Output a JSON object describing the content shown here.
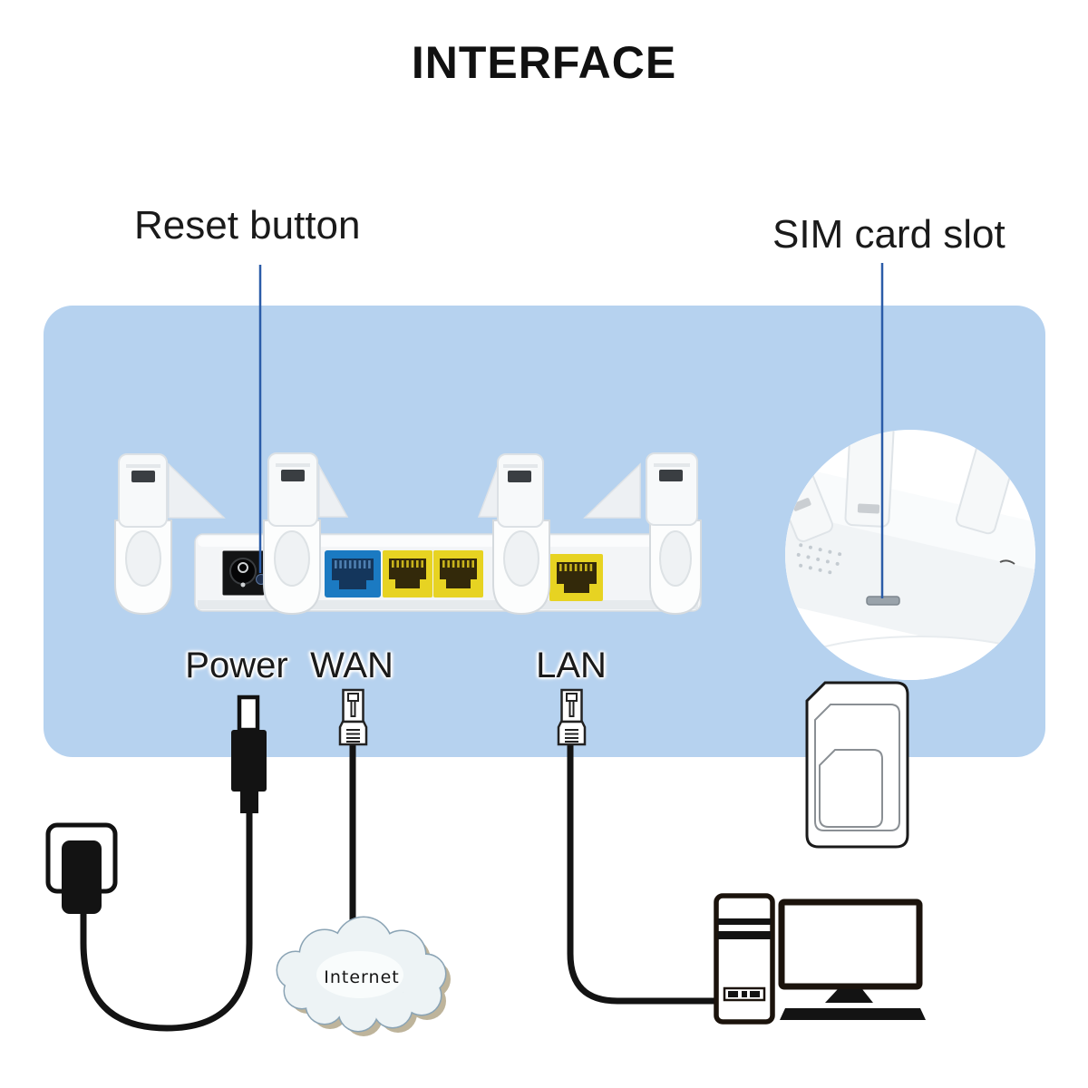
{
  "title": "INTERFACE",
  "callouts": {
    "reset": {
      "label": "Reset button"
    },
    "sim": {
      "label": "SIM card slot"
    }
  },
  "port_labels": {
    "power": "Power",
    "wan": "WAN",
    "lan": "LAN"
  },
  "cloud": {
    "label": "Internet"
  },
  "colors": {
    "panel_blue": "#b6d2ef",
    "callout_line": "#2b5ca8",
    "wan_port_blue": "#1b7ac2",
    "lan_port_yellow": "#e7d322",
    "cable_black": "#131313",
    "text_ink": "#1a1a1a",
    "cloud_fill": "#edf3f5",
    "cloud_stroke": "#8ba4b5",
    "cloud_shadow": "#b3a78a"
  },
  "icons": {
    "router": "router-back-panel-illustration",
    "sim_inset": "sim-slot-inset-photo",
    "dc_plug": "dc-power-plug-icon",
    "wall_plug": "wall-power-plug-icon",
    "rj45_wan": "rj45-connector-icon",
    "rj45_lan": "rj45-connector-icon",
    "cloud": "internet-cloud-icon",
    "computer": "desktop-computer-icon",
    "sim_card": "sim-card-icon"
  }
}
